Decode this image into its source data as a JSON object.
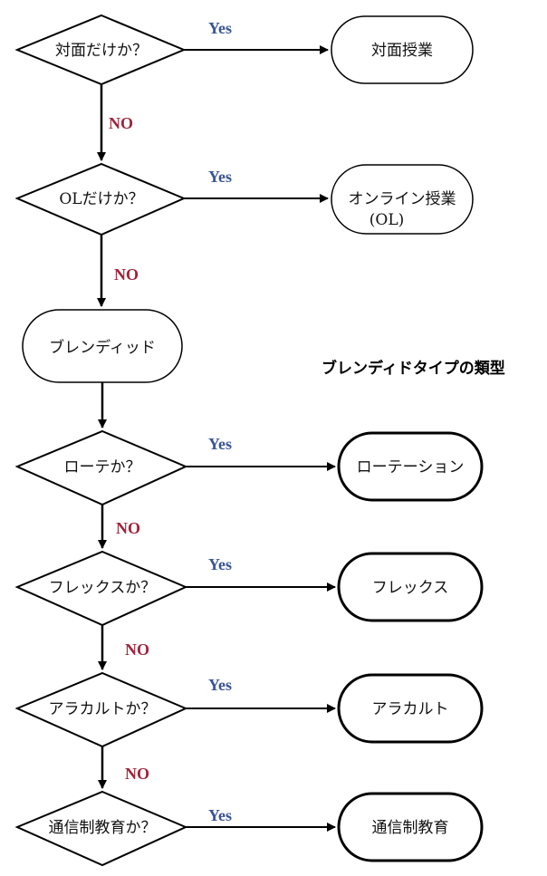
{
  "title": "ブレンディドタイプの類型",
  "decisions": [
    {
      "question": "対面だけか？",
      "yes": "Yes",
      "no": "NO",
      "result": "対面授業"
    },
    {
      "question": "OLだけか？",
      "yes": "Yes",
      "no": "NO",
      "result_line1": "オンライン授業",
      "result_line2": "(OL)"
    },
    {
      "question": "ローテか？",
      "yes": "Yes",
      "no": "NO",
      "result": "ローテーション"
    },
    {
      "question": "フレックスか？",
      "yes": "Yes",
      "no": "NO",
      "result": "フレックス"
    },
    {
      "question": "アラカルトか？",
      "yes": "Yes",
      "no": "NO",
      "result": "アラカルト"
    },
    {
      "question": "通信制教育か？",
      "yes": "Yes",
      "result": "通信制教育"
    }
  ],
  "blended_node": "ブレンディッド",
  "colors": {
    "yes": "#3a5594",
    "no": "#a0243a",
    "line": "#000000"
  }
}
